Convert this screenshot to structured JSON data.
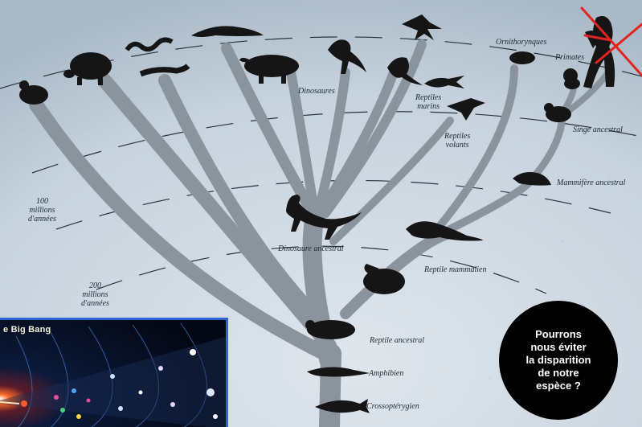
{
  "labels": {
    "ornithorynques": "Ornithorynques",
    "primates": "Primates",
    "dinosaures": "Dinosaures",
    "reptiles_marins": "Reptiles\nmarins",
    "reptiles_volants": "Reptiles\nvolants",
    "singe_ancestral": "Singe ancestral",
    "mammifere_ancestral": "Mammifère ancestral",
    "dinosaure_ancestral": "Dinosaure ancestral",
    "reptile_mammalien": "Reptile mammalien",
    "reptile_ancestral": "Reptile ancestral",
    "amphibien": "Amphibien",
    "crossopterygien": "Crossoptérygien"
  },
  "time_markers": {
    "m100": "100\nmillions\nd'années",
    "m200": "200\nmillions\nd'années"
  },
  "inset": {
    "title": "e Big Bang",
    "border_color": "#2f63d8"
  },
  "question": "Pourrons\nnous éviter\nla disparition\nde notre\nespèce ?",
  "colors": {
    "background": "#cfd9e3",
    "branch": "#8b949c",
    "silhouette": "#151515",
    "cross": "#e0241f"
  }
}
